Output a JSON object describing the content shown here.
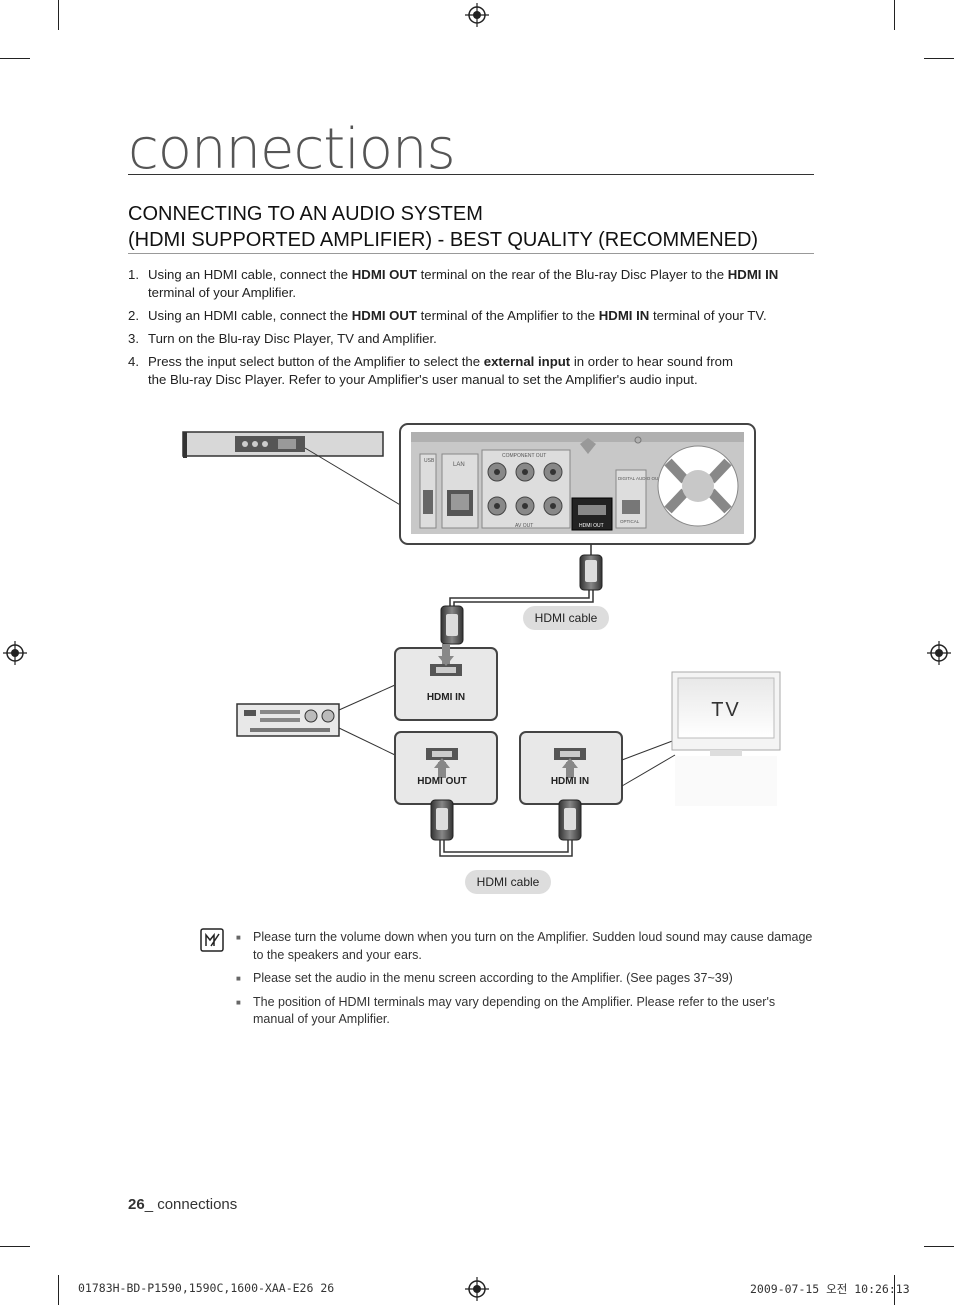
{
  "section_title": "connections",
  "heading": {
    "line1": "CONNECTING TO AN AUDIO SYSTEM",
    "line2": "(HDMI SUPPORTED AMPLIFIER) - BEST QUALITY (RECOMMENED)"
  },
  "steps": [
    {
      "num": "1.",
      "parts": [
        "Using an HDMI cable, connect the ",
        "HDMI OUT",
        " terminal on the rear of the Blu-ray Disc Player to the ",
        "HDMI IN",
        " terminal of your Amplifier."
      ]
    },
    {
      "num": "2.",
      "parts": [
        "Using an HDMI cable, connect the ",
        "HDMI OUT",
        " terminal of the Amplifier to the ",
        "HDMI IN",
        " terminal of your TV."
      ]
    },
    {
      "num": "3.",
      "text": "Turn on the Blu-ray Disc Player, TV and Amplifier."
    },
    {
      "num": "4.",
      "parts": [
        "Press the input select button of the Amplifier to select the ",
        "external input",
        " in order to hear sound from the Blu-ray Disc Player. Refer to your Amplifier's user manual to set the Amplifier's audio input."
      ]
    }
  ],
  "diagram": {
    "cable_label_1": "HDMI cable",
    "cable_label_2": "HDMI cable",
    "amp_in_label": "HDMI IN",
    "amp_out_label": "HDMI OUT",
    "tv_in_label": "HDMI IN",
    "tv_screen_label": "TV",
    "player_hdmi_out_label": "HDMI OUT",
    "player_panel": {
      "usb": "USB",
      "lan": "LAN",
      "component": "COMPONENT OUT",
      "av_out": "AV OUT",
      "digital": "DIGITAL AUDIO OUT",
      "optical": "OPTICAL"
    }
  },
  "notes": [
    "Please turn the volume down when you turn on the Amplifier. Sudden loud sound may cause damage to the speakers and your ears.",
    "Please set the audio in the menu screen according to the Amplifier. (See pages 37~39)",
    "The position of HDMI terminals may vary depending on the Amplifier. Please refer to the user's manual of your Amplifier."
  ],
  "footer": {
    "page_number": "26",
    "page_section": "_ connections"
  },
  "print_info": {
    "left": "01783H-BD-P1590,1590C,1600-XAA-E26   26",
    "right": "2009-07-15   오전 10:26:13"
  }
}
